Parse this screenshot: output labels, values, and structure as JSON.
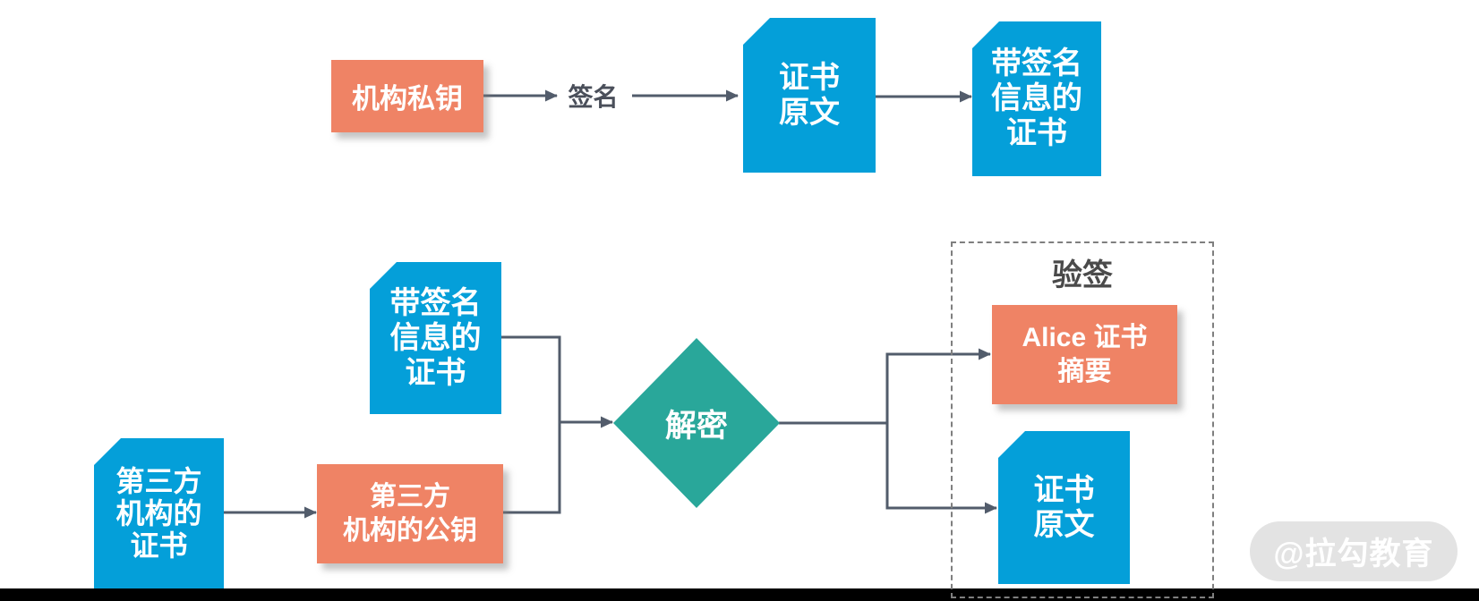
{
  "colors": {
    "doc_blue": "#049FD9",
    "box_orange": "#EF8365",
    "diamond_teal": "#29A79A",
    "connector_gray": "#525C6B",
    "label_text": "#4A4F5A",
    "dashed_border": "#7F7F7F",
    "watermark_bg": "#E3E3E3",
    "watermark_text": "#FFFFFF",
    "footer_bar": "#000000"
  },
  "sign_flow": {
    "org_private_key": "机构私钥",
    "sign_label": "签名",
    "cert_original": [
      "证书",
      "原文"
    ],
    "signed_cert": [
      "带签名",
      "信息的",
      "证书"
    ]
  },
  "verify_flow": {
    "signed_cert": [
      "带签名",
      "信息的",
      "证书"
    ],
    "third_party_cert": [
      "第三方",
      "机构的",
      "证书"
    ],
    "third_party_pubkey": [
      "第三方",
      "机构的公钥"
    ],
    "decrypt_label": "解密",
    "verify_title": "验签",
    "alice_digest": [
      "Alice 证书",
      "摘要"
    ],
    "cert_original": [
      "证书",
      "原文"
    ]
  },
  "watermark": "@拉勾教育"
}
